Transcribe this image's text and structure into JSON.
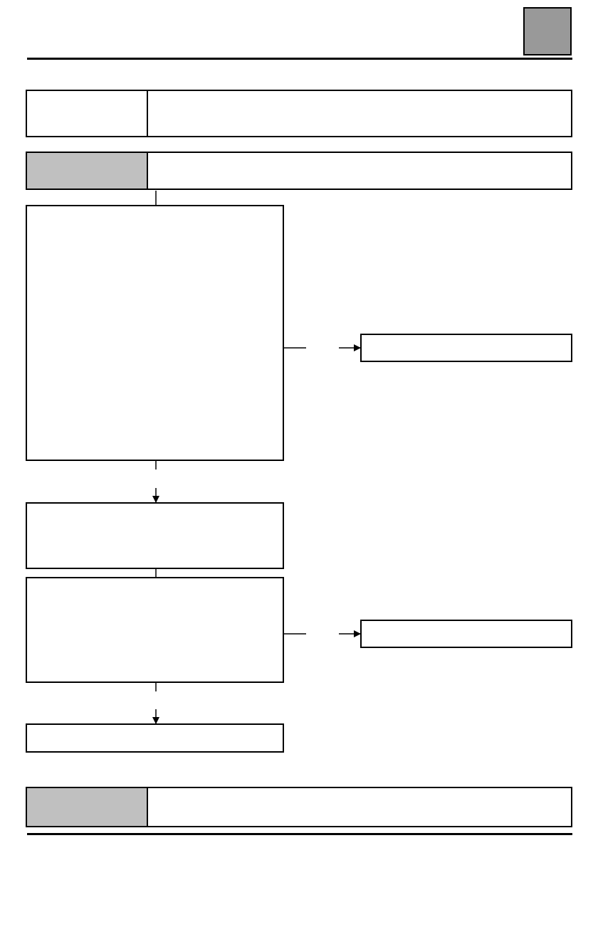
{
  "colors": {
    "line": "#000000",
    "tab": "#999999",
    "header_cell": "#c0c0c0",
    "background": "#ffffff"
  },
  "page": {
    "tab_label": ""
  },
  "info_table": {
    "label": "",
    "description": ""
  },
  "conditions": {
    "label": "",
    "text": ""
  },
  "steps": [
    {
      "id": "step-1",
      "text": ""
    },
    {
      "id": "step-2",
      "text": ""
    },
    {
      "id": "step-3",
      "text": ""
    },
    {
      "id": "step-4",
      "text": ""
    }
  ],
  "branches": [
    {
      "id": "branch-1",
      "text": ""
    },
    {
      "id": "branch-2",
      "text": ""
    }
  ],
  "after_repair": {
    "label": "",
    "text": ""
  }
}
